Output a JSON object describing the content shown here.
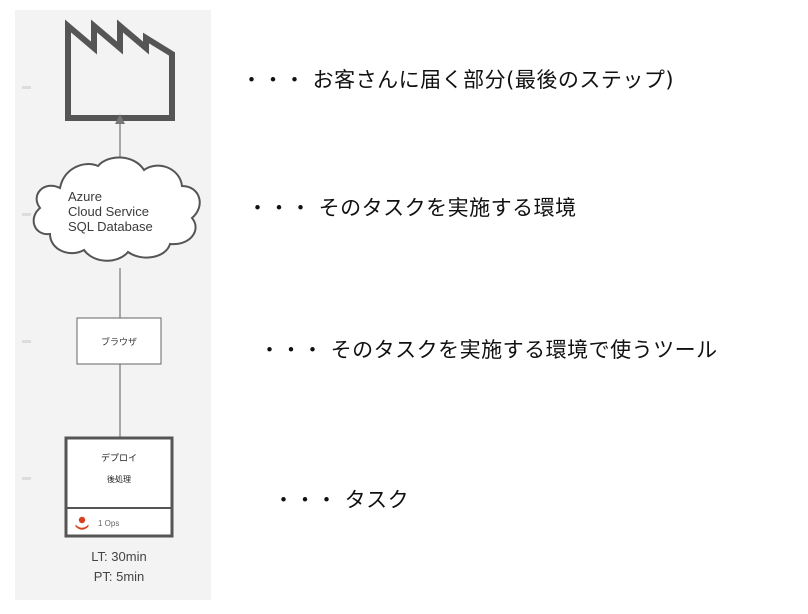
{
  "diagram": {
    "customer": {
      "icon": "factory-icon"
    },
    "environment": {
      "icon": "cloud-icon",
      "lines": [
        "Azure",
        "Cloud Service",
        "SQL Database"
      ]
    },
    "tool": {
      "label": "ブラウザ"
    },
    "task": {
      "title": "デプロイ",
      "subtitle": "後処理",
      "owner_icon": "person-icon",
      "owner_label": "1  Ops",
      "owner_color": "#d9411e",
      "lt": "LT:  30min",
      "pt": "PT:  5min"
    }
  },
  "annotations": {
    "customer": "・・・ お客さんに届く部分(最後のステップ)",
    "environment": "・・・ そのタスクを実施する環境",
    "tool": "・・・ そのタスクを実施する環境で使うツール",
    "task": "・・・ タスク"
  }
}
